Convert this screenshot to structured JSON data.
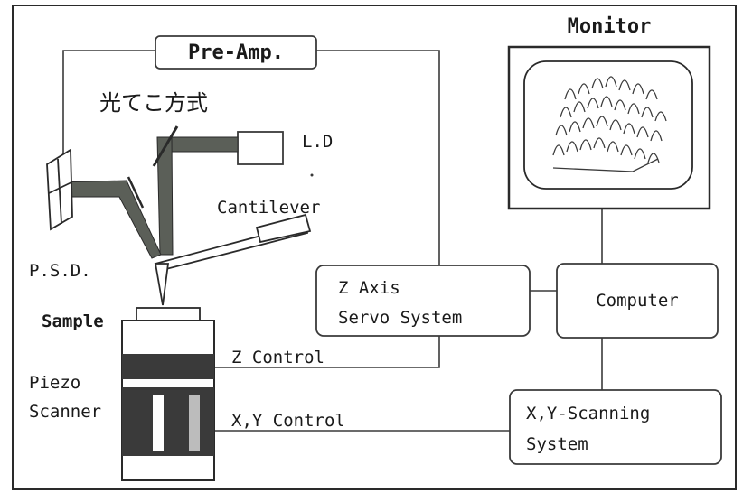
{
  "labels": {
    "pre_amp": "Pre-Amp.",
    "monitor": "Monitor",
    "optical_lever": "光てこ方式",
    "ld": "L.D",
    "cantilever": "Cantilever",
    "psd": "P.S.D.",
    "sample": "Sample",
    "piezo_scanner_line1": "Piezo",
    "piezo_scanner_line2": "Scanner",
    "z_axis_line1": "Z Axis",
    "z_axis_line2": "Servo System",
    "computer": "Computer",
    "z_control": "Z Control",
    "xy_control": "X,Y Control",
    "xy_scanning_line1": "X,Y-Scanning",
    "xy_scanning_line2": "System"
  },
  "colors": {
    "line": "#3a3a3a",
    "beam": "#5a5f58",
    "piezo_band": "#3a3a3a",
    "background": "#ffffff"
  }
}
